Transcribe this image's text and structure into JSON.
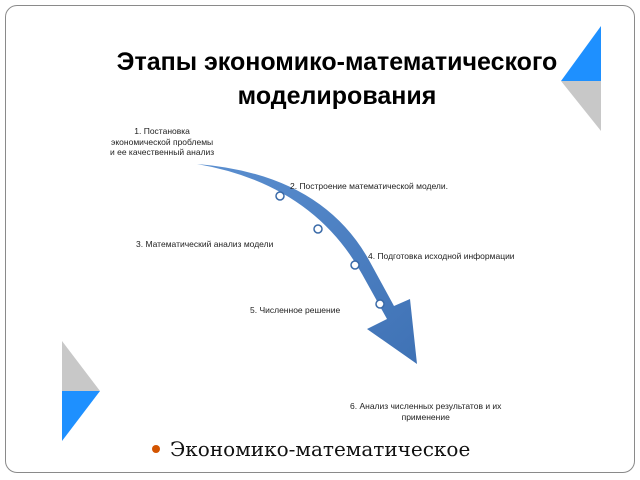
{
  "title": {
    "line1": "Этапы экономико-математического",
    "line2": "моделирования"
  },
  "stages": {
    "s1": [
      "1. Постановка",
      "экономической проблемы",
      "и ее качественный анализ"
    ],
    "s2": "2. Построение математической модели.",
    "s3": "3. Математический анализ  модели",
    "s4": "4. Подготовка исходной информации",
    "s5": "5. Численное решение",
    "s6": [
      "6. Анализ численных результатов и их",
      "применение"
    ]
  },
  "bullet": {
    "text": "Экономико-математическое"
  },
  "colors": {
    "arrow": "#4a7fc1",
    "arrow_dark": "#3a6aa8",
    "marker": "#ffffff",
    "corner_blue": "#1e90ff",
    "corner_gray": "#b0b0b0",
    "bullet_dot": "#d35400"
  }
}
